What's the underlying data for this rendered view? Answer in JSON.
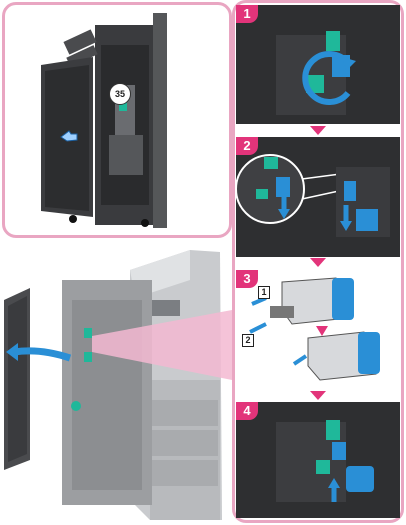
{
  "overview": {
    "part_number": "35"
  },
  "steps": [
    {
      "number": "1",
      "icon": "rotate-arrow-icon"
    },
    {
      "number": "2",
      "icon": "pull-down-arrow-icon"
    },
    {
      "number": "3",
      "icon": "staple-cartridge-icon"
    },
    {
      "number": "4",
      "icon": "push-up-arrow-icon"
    }
  ],
  "step3_callouts": {
    "first": "1",
    "second": "2"
  },
  "colors": {
    "accent": "#e2347a",
    "frame": "#e9a6c2",
    "part_teal": "#1fb89a",
    "cartridge_blue": "#2a8fd6"
  }
}
